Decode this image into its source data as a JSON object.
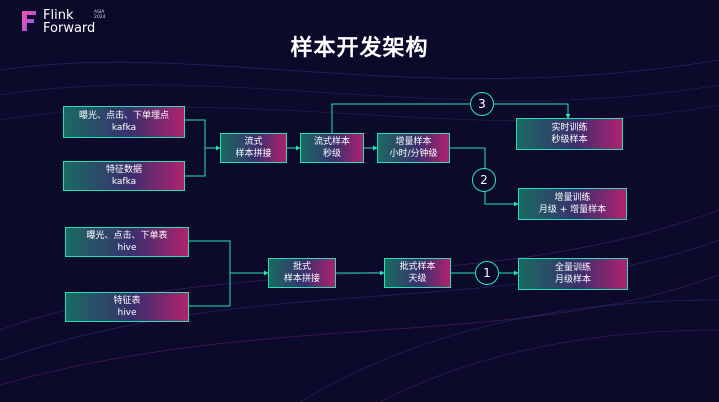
{
  "logo": {
    "line1": "Flink",
    "line2": "Forward",
    "sub1": "ASIA",
    "sub2": "2024"
  },
  "title": "样本开发架构",
  "nodes": {
    "realtime_source_1": {
      "line1": "曝光、点击、下单埋点",
      "line2": "kafka"
    },
    "realtime_source_2": {
      "line1": "特征数据",
      "line2": "kafka"
    },
    "stream_join": {
      "line1": "流式",
      "line2": "样本拼接"
    },
    "stream_sample": {
      "line1": "流式样本",
      "line2": "秒级"
    },
    "incremental_sample": {
      "line1": "增量样本",
      "line2": "小时/分钟级"
    },
    "realtime_training": {
      "line1": "实时训练",
      "line2": "秒级样本"
    },
    "incremental_training": {
      "line1": "增量训练",
      "line2": "月级 + 增量样本"
    },
    "batch_source_1": {
      "line1": "曝光、点击、下单表",
      "line2": "hive"
    },
    "batch_source_2": {
      "line1": "特征表",
      "line2": "hive"
    },
    "batch_join": {
      "line1": "批式",
      "line2": "样本拼接"
    },
    "batch_sample": {
      "line1": "批式样本",
      "line2": "天级"
    },
    "full_training": {
      "line1": "全量训练",
      "line2": "月级样本"
    }
  },
  "markers": {
    "m1": "1",
    "m2": "2",
    "m3": "3"
  },
  "colors": {
    "background": "#0b0a2a",
    "connector": "#29e0b4",
    "box_left": "#1a6a63",
    "box_right": "#b0226f"
  }
}
